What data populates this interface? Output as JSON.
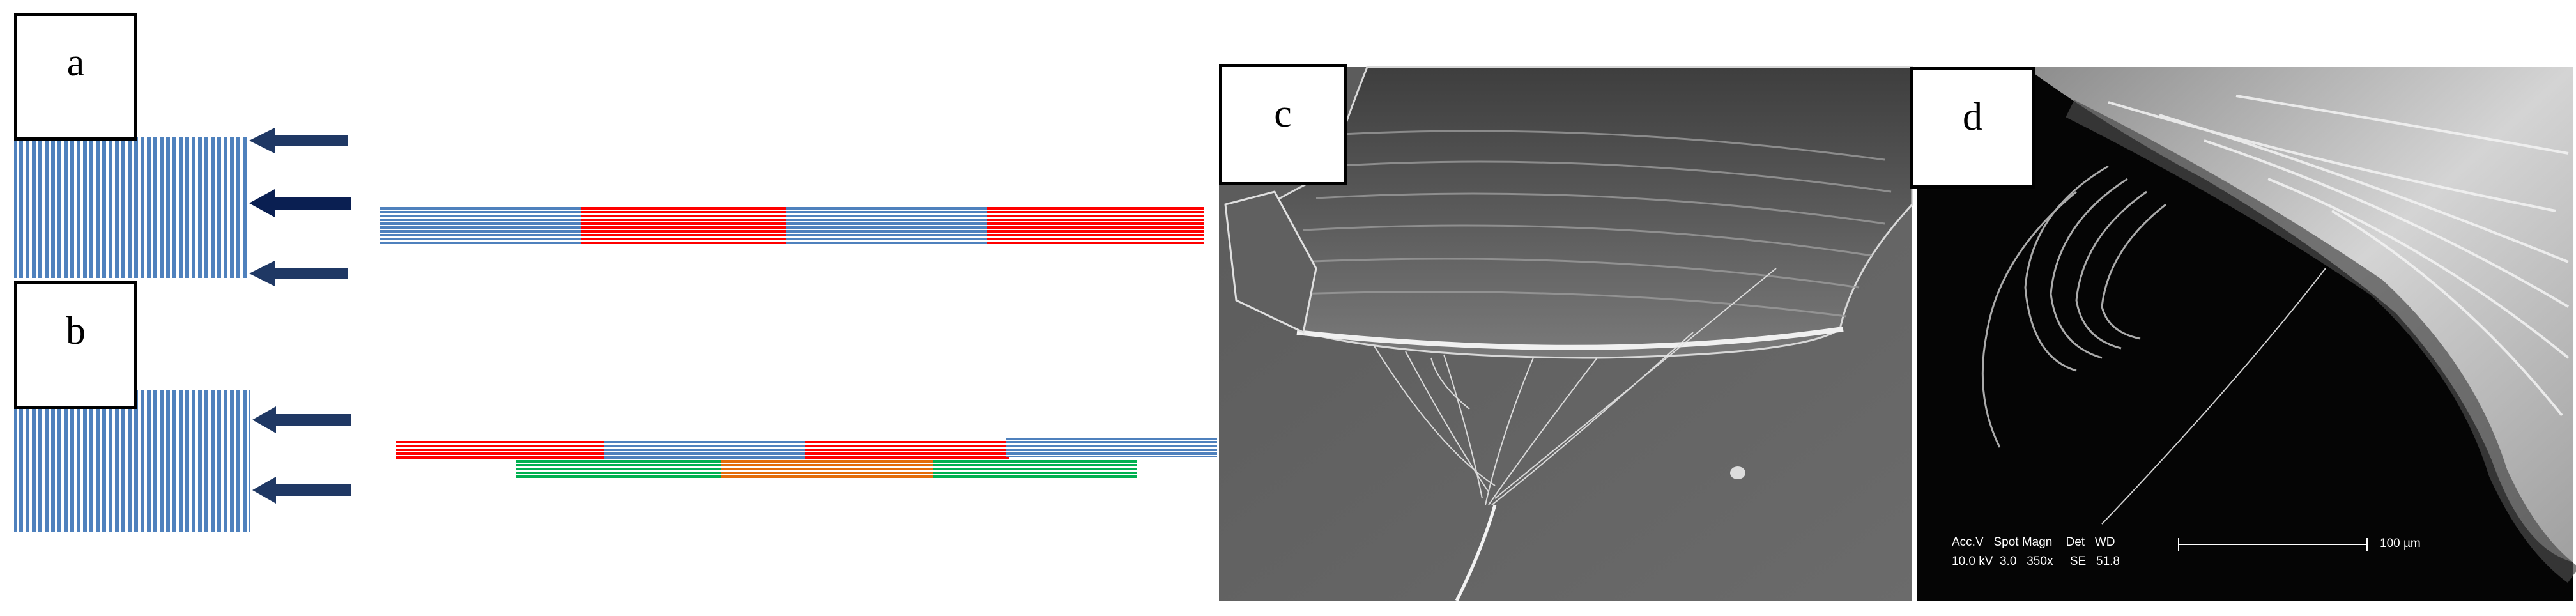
{
  "panels": {
    "a": {
      "label": "a"
    },
    "b": {
      "label": "b"
    },
    "c": {
      "label": "c"
    },
    "d": {
      "label": "d"
    }
  },
  "sem_d": {
    "info_header": "Acc.V   Spot Magn    Det   WD",
    "info_values": "10.0 kV  3.0   350x     SE   51.8",
    "scale_label": "100 µm"
  },
  "colors": {
    "fiber_blue": "#4f81bd",
    "arrow_navy": "#1f3864",
    "segment_red": "#ff0000",
    "segment_green": "#00b050",
    "segment_orange": "#e36c09"
  }
}
